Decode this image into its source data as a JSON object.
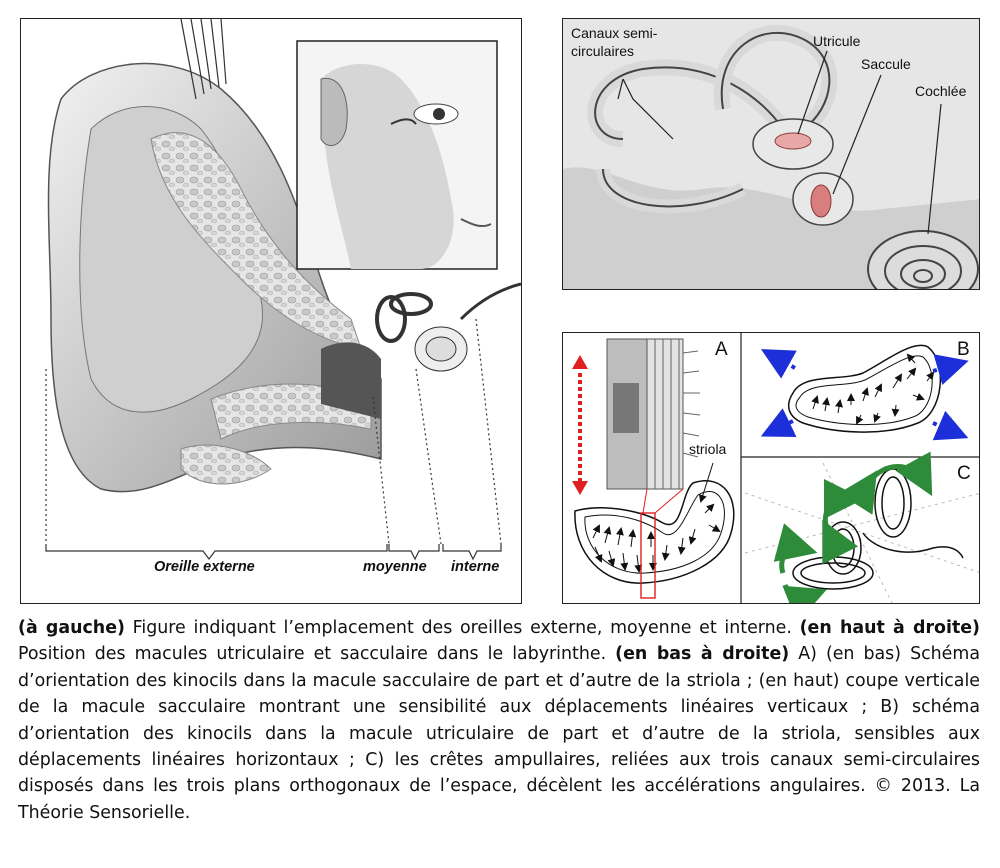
{
  "left_panel": {
    "labels": {
      "outer": "Oreille externe",
      "middle": "moyenne",
      "inner": "interne"
    }
  },
  "top_right": {
    "labels": {
      "canals_line1": "Canaux semi-",
      "canals_line2": "circulaires",
      "utricle": "Utricule",
      "saccule": "Saccule",
      "cochlea": "Cochlée"
    }
  },
  "bottom_right": {
    "letters": {
      "a": "A",
      "b": "B",
      "c": "C"
    },
    "striola": "striola",
    "colors": {
      "red_arrow": "#e02020",
      "blue_arrow": "#1d2fd8",
      "green_arrow": "#2e8b3a"
    }
  },
  "caption": {
    "p1_bold": "(à gauche)",
    "p1_text": " Figure indiquant l’emplacement des oreilles externe, moyenne et interne. ",
    "p2_bold": "(en haut à droite)",
    "p2_text": " Position des macules utriculaire et sacculaire dans le labyrinthe. ",
    "p3_bold": "(en bas à droite)",
    "p3_text": " A) (en bas) Schéma d’orientation des kinocils dans la macule sacculaire de part et d’autre de la striola ; (en haut) coupe verticale de la macule sacculaire montrant une sensibilité aux déplacements linéaires verticaux ; B) schéma d’orientation des kinocils dans la macule utriculaire de part et d’autre de la striola, sensibles aux déplacements linéaires horizontaux ; C) les crêtes ampullaires, reliées aux trois canaux semi-circulaires disposés dans les trois plans orthogonaux de l’espace, décèlent les accélérations angulaires. © 2013. La Théorie Sensorielle."
  }
}
